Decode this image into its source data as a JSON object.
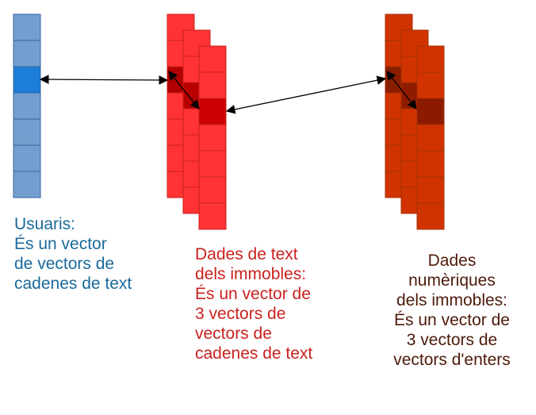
{
  "colors": {
    "users_cell": "#729fcf",
    "users_highlight": "#1c7ed6",
    "users_border": "#3465a4",
    "users_text": "#1a6a9b",
    "text_cell": "#ff3333",
    "text_highlight_1": "#b00000",
    "text_highlight_2": "#b80000",
    "text_highlight_3": "#cc0000",
    "text_border": "#c9211e",
    "text_caption": "#c9211e",
    "numeric_cell": "#d13300",
    "numeric_highlight_1": "#8a1d00",
    "numeric_highlight_2": "#8f1c00",
    "numeric_highlight_3": "#8b1a00",
    "numeric_border": "#a33000",
    "numeric_caption": "#4d1a0a",
    "arrow": "#000000"
  },
  "users_vector": {
    "cell_count": 7,
    "highlighted_index": 2,
    "caption": [
      "Usuaris:",
      "És un vector",
      "de vectors de",
      "cadenes de text"
    ]
  },
  "text_data": {
    "vector_count": 3,
    "cells_per_vector": 7,
    "highlighted_index": 2,
    "caption": [
      "Dades de text",
      "dels immobles:",
      "És un vector de",
      "3 vectors de",
      "vectors de",
      "cadenes de text"
    ]
  },
  "numeric_data": {
    "vector_count": 3,
    "cells_per_vector": 7,
    "highlighted_index": 2,
    "caption": [
      "Dades",
      "numèriques",
      "dels immobles:",
      "És un vector de",
      "3 vectors de",
      "vectors d'enters"
    ]
  }
}
